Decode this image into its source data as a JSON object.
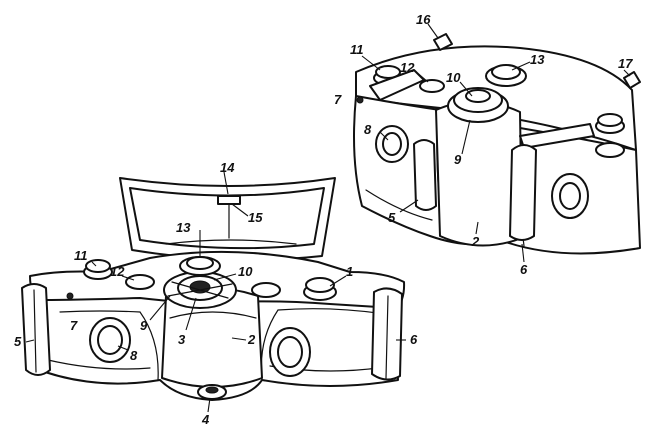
{
  "callouts": {
    "front_view": [
      {
        "id": "f1",
        "text": "1"
      },
      {
        "id": "f2",
        "text": "2"
      },
      {
        "id": "f3",
        "text": "3"
      },
      {
        "id": "f4",
        "text": "4"
      },
      {
        "id": "f5",
        "text": "5"
      },
      {
        "id": "f6",
        "text": "6"
      },
      {
        "id": "f7",
        "text": "7"
      },
      {
        "id": "f8",
        "text": "8"
      },
      {
        "id": "f9",
        "text": "9"
      },
      {
        "id": "f10",
        "text": "10"
      },
      {
        "id": "f11",
        "text": "11"
      },
      {
        "id": "f12",
        "text": "12"
      },
      {
        "id": "f13",
        "text": "13"
      },
      {
        "id": "f14",
        "text": "14"
      },
      {
        "id": "f15",
        "text": "15"
      }
    ],
    "rear_view": [
      {
        "id": "r2",
        "text": "2"
      },
      {
        "id": "r5",
        "text": "5"
      },
      {
        "id": "r6",
        "text": "6"
      },
      {
        "id": "r7",
        "text": "7"
      },
      {
        "id": "r8",
        "text": "8"
      },
      {
        "id": "r9",
        "text": "9"
      },
      {
        "id": "r10",
        "text": "10"
      },
      {
        "id": "r11",
        "text": "11"
      },
      {
        "id": "r12",
        "text": "12"
      },
      {
        "id": "r13",
        "text": "13"
      },
      {
        "id": "r16",
        "text": "16"
      },
      {
        "id": "r17",
        "text": "17"
      }
    ]
  },
  "colors": {
    "ink": "#111111",
    "paper": "#ffffff"
  }
}
